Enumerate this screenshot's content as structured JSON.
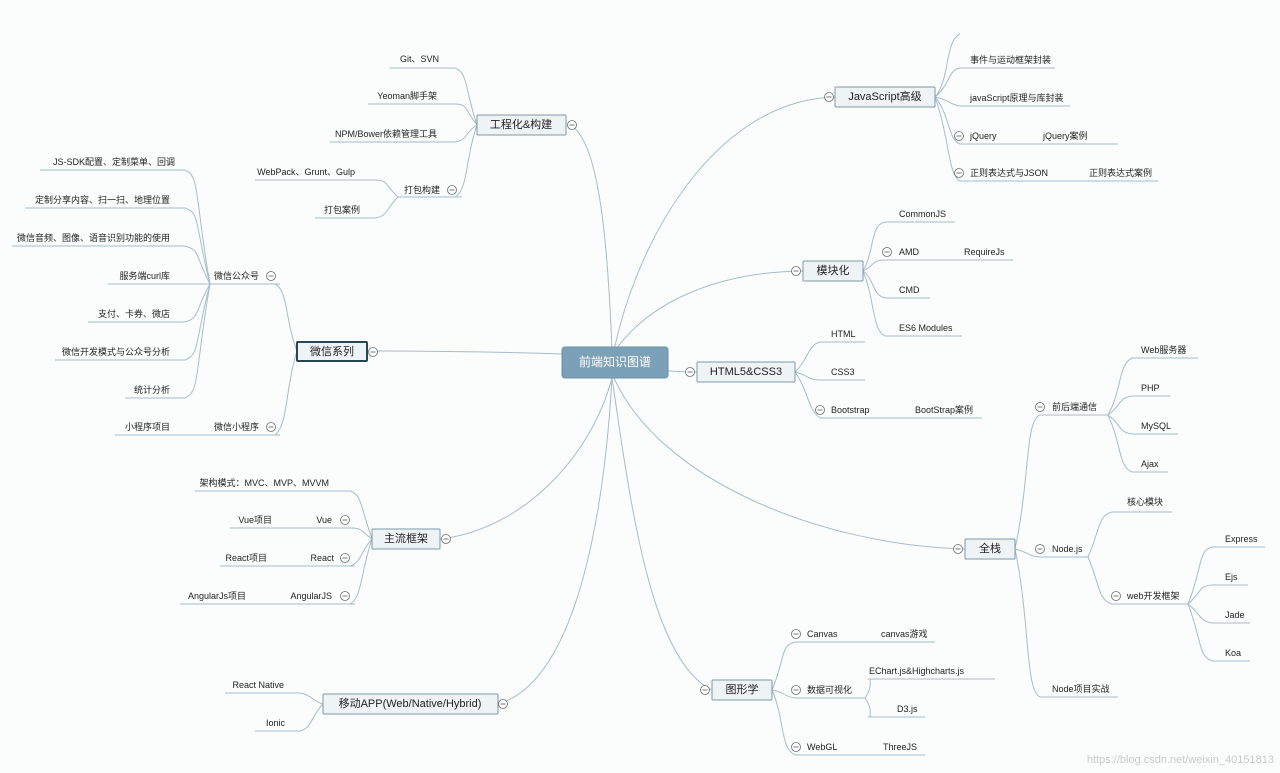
{
  "root": {
    "label": "前端知识图谱"
  },
  "watermark": "https://blog.csdn.net/weixin_40151813",
  "nodes": {
    "js_adv": "JavaScript高级",
    "js_event": "事件与运动框架封装",
    "js_principle": "javaScript原理与库封装",
    "jquery": "jQuery",
    "jquery_case": "jQuery案例",
    "regex": "正则表达式与JSON",
    "regex_case": "正则表达式案例",
    "modular": "模块化",
    "commonjs": "CommonJS",
    "amd": "AMD",
    "requirejs": "RequireJs",
    "cmd": "CMD",
    "es6": "ES6 Modules",
    "html5css3": "HTML5&CSS3",
    "html": "HTML",
    "css3": "CSS3",
    "bootstrap": "Bootstrap",
    "bootstrap_case": "BootStrap案例",
    "fullstack": "全栈",
    "frontback": "前后端通信",
    "webserver": "Web服务器",
    "php": "PHP",
    "mysql": "MySQL",
    "ajax": "Ajax",
    "nodejs": "Node.js",
    "core_module": "核心模块",
    "web_framework": "web开发框架",
    "express": "Express",
    "ejs": "Ejs",
    "jade": "Jade",
    "koa": "Koa",
    "node_project": "Node项目实战",
    "graphics": "图形学",
    "canvas": "Canvas",
    "canvas_game": "canvas游戏",
    "dataviz": "数据可视化",
    "echarts": "EChart.js&Highcharts.js",
    "d3": "D3.js",
    "webgl": "WebGL",
    "threejs": "ThreeJS",
    "engineering": "工程化&构建",
    "git": "Git、SVN",
    "yeoman": "Yeoman脚手架",
    "npm": "NPM/Bower依赖管理工具",
    "pack_build": "打包构建",
    "webpack": "WebPack、Grunt、Gulp",
    "pack_case": "打包案例",
    "wechat": "微信系列",
    "wx_official": "微信公众号",
    "wx_sdk": "JS-SDK配置、定制菜单、回调",
    "wx_share": "定制分享内容、扫一扫、地理位置",
    "wx_media": "微信音频、图像、语音识别功能的使用",
    "wx_curl": "服务端curl库",
    "wx_pay": "支付、卡券、微店",
    "wx_dev": "微信开发模式与公众号分析",
    "wx_stats": "统计分析",
    "wx_mini": "微信小程序",
    "wx_mini_proj": "小程序项目",
    "framework": "主流框架",
    "arch": "架构模式：MVC、MVP、MVVM",
    "vue": "Vue",
    "vue_proj": "Vue项目",
    "react": "React",
    "react_proj": "React项目",
    "angular": "AngularJS",
    "angular_proj": "AngularJs项目",
    "mobile": "移动APP(Web/Native/Hybrid)",
    "react_native": "React Native",
    "ionic": "Ionic"
  }
}
